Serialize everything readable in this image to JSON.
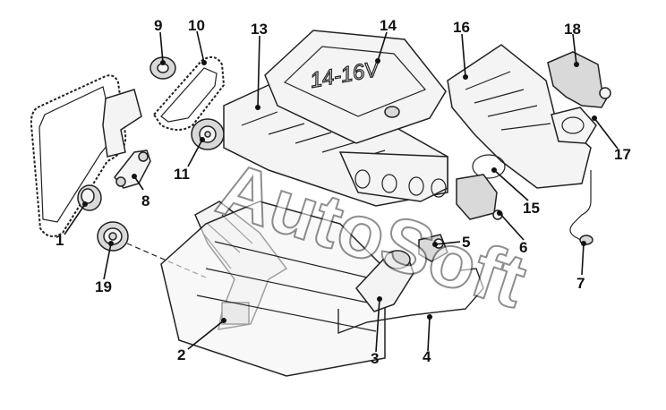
{
  "diagram": {
    "watermark": "AutoSoft",
    "cover_marking": "14-16V",
    "callouts": [
      {
        "id": "label-1",
        "text": "1"
      },
      {
        "id": "label-2",
        "text": "2"
      },
      {
        "id": "label-3",
        "text": "3"
      },
      {
        "id": "label-4",
        "text": "4"
      },
      {
        "id": "label-5",
        "text": "5"
      },
      {
        "id": "label-6",
        "text": "6"
      },
      {
        "id": "label-7",
        "text": "7"
      },
      {
        "id": "label-8",
        "text": "8"
      },
      {
        "id": "label-9",
        "text": "9"
      },
      {
        "id": "label-10",
        "text": "10"
      },
      {
        "id": "label-11",
        "text": "11"
      },
      {
        "id": "label-13",
        "text": "13"
      },
      {
        "id": "label-14",
        "text": "14"
      },
      {
        "id": "label-15",
        "text": "15"
      },
      {
        "id": "label-16",
        "text": "16"
      },
      {
        "id": "label-17",
        "text": "17"
      },
      {
        "id": "label-18",
        "text": "18"
      },
      {
        "id": "label-19",
        "text": "19"
      }
    ]
  }
}
